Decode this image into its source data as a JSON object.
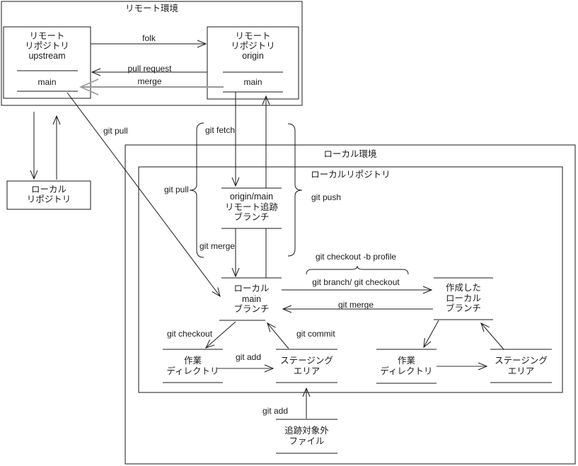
{
  "colors": {
    "line": "#1a1a1a",
    "gray_arrow": "#999999",
    "background": "#ffffff",
    "text": "#1a1a1a"
  },
  "remote_env": {
    "label": "リモート環境",
    "upstream": {
      "name_lines": [
        "リモート",
        "リポジトリ",
        "upstream"
      ],
      "branch": "main"
    },
    "origin": {
      "name_lines": [
        "リモート",
        "リポジトリ",
        "origin"
      ],
      "branch": "main"
    },
    "fork_label": "folk",
    "pull_request_label": "pull request",
    "merge_label": "merge"
  },
  "local_repo_box": {
    "name_lines": [
      "ローカル",
      "リポジトリ"
    ]
  },
  "edge_labels": {
    "git_pull_left": "git pull",
    "git_fetch": "git fetch",
    "git_pull_brace": "git pull",
    "git_push": "git push",
    "git_merge_tracking": "git merge",
    "git_checkout_b_profile": "git checkout -b profile",
    "git_branch_checkout": "git branch/ git checkout",
    "git_merge_branch": "git merge",
    "git_checkout": "git checkout",
    "git_commit": "git commit",
    "git_add_stage": "git add",
    "git_add_untracked": "git add"
  },
  "local_env": {
    "label": "ローカル環境",
    "local_repo": {
      "label": "ローカルリポジトリ",
      "tracking_branch": {
        "lines": [
          "origin/main",
          "リモート追跡",
          "ブランチ"
        ]
      },
      "main_branch": {
        "lines": [
          "ローカル",
          "main",
          "ブランチ"
        ]
      },
      "created_branch": {
        "lines": [
          "作成した",
          "ローカル",
          "ブランチ"
        ]
      },
      "working_dir_left": {
        "lines": [
          "作業",
          "ディレクトリ"
        ]
      },
      "staging_left": {
        "lines": [
          "ステージング",
          "エリア"
        ]
      },
      "working_dir_right": {
        "lines": [
          "作業",
          "ディレクトリ"
        ]
      },
      "staging_right": {
        "lines": [
          "ステージング",
          "エリア"
        ]
      }
    },
    "untracked_files": {
      "lines": [
        "追跡対象外",
        "ファイル"
      ]
    }
  }
}
